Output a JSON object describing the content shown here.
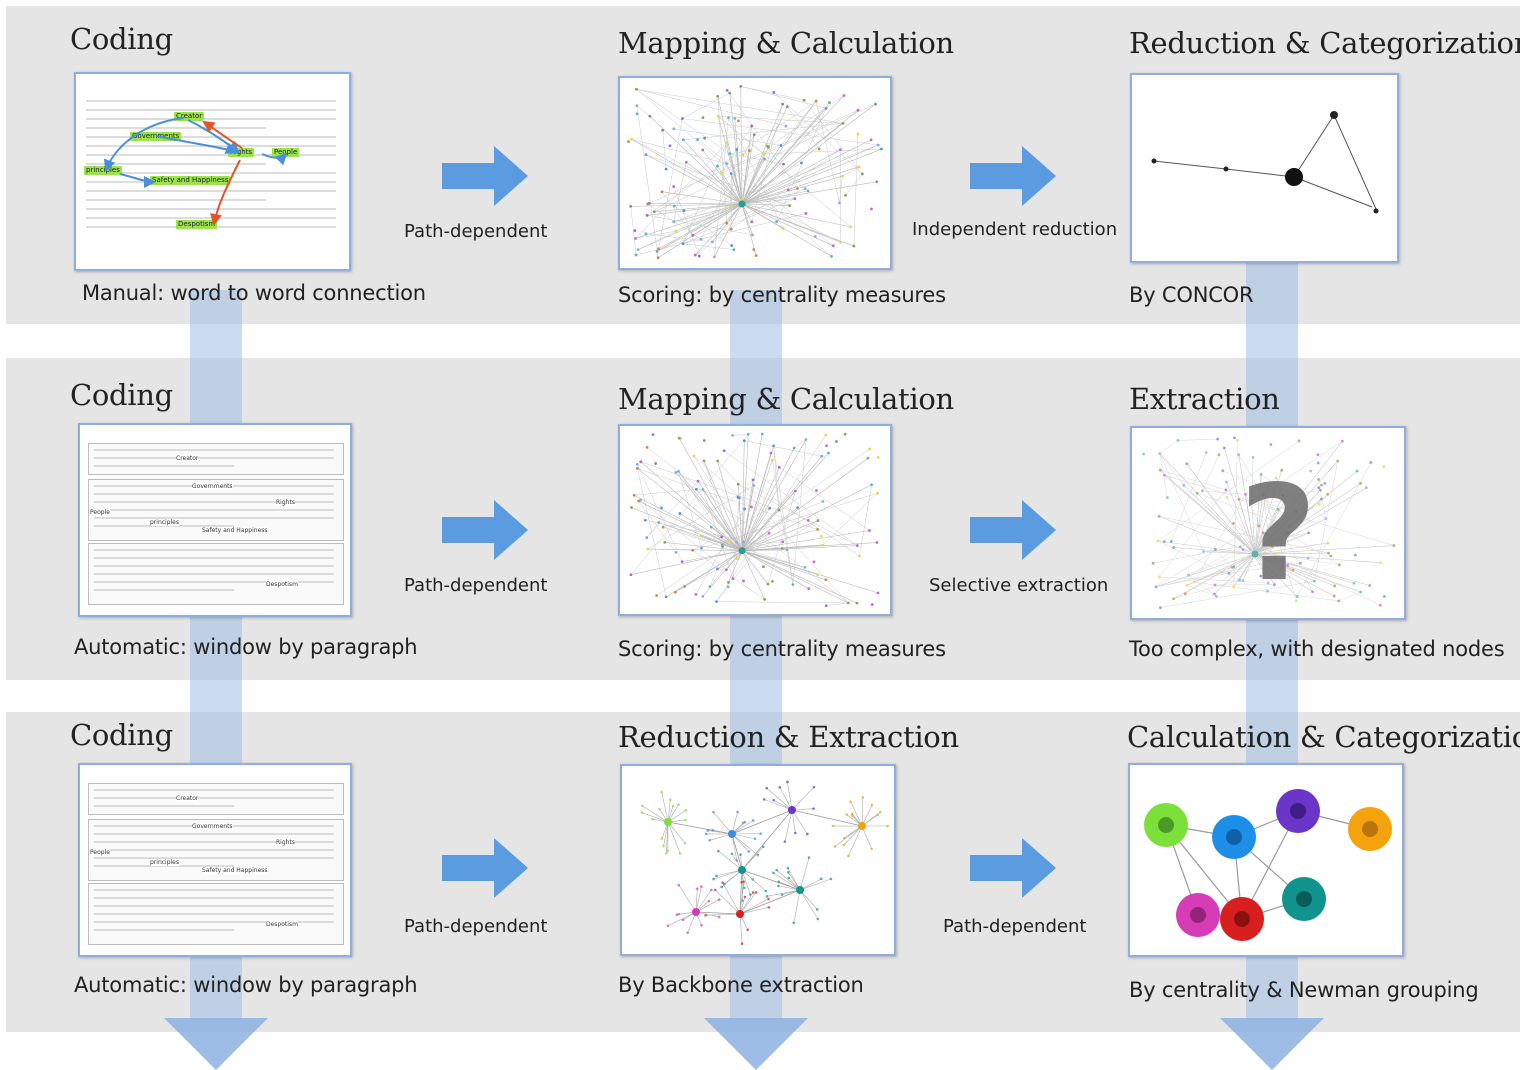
{
  "rows": [
    {
      "stage1": {
        "title": "Coding",
        "caption": "Manual: word to word connection"
      },
      "arrow1": "Path-dependent",
      "stage2": {
        "title": "Mapping & Calculation",
        "caption": "Scoring: by centrality measures"
      },
      "arrow2": "Independent reduction",
      "stage3": {
        "title": "Reduction & Categorization",
        "caption": "By CONCOR"
      }
    },
    {
      "stage1": {
        "title": "Coding",
        "caption": "Automatic: window by paragraph"
      },
      "arrow1": "Path-dependent",
      "stage2": {
        "title": "Mapping & Calculation",
        "caption": "Scoring: by centrality measures"
      },
      "arrow2": "Selective extraction",
      "stage3": {
        "title": "Extraction",
        "caption": "Too complex, with designated nodes"
      }
    },
    {
      "stage1": {
        "title": "Coding",
        "caption": "Automatic: window by paragraph"
      },
      "arrow1": "Path-dependent",
      "stage2": {
        "title": "Reduction & Extraction",
        "caption": "By Backbone extraction"
      },
      "arrow2": "Path-dependent",
      "stage3": {
        "title": "Calculation & Categorization",
        "caption": "By centrality & Newman grouping"
      }
    }
  ],
  "manual_doc_keywords": [
    "Creator",
    "Governments",
    "Rights",
    "People",
    "principles",
    "Safety and Happiness",
    "Despotism"
  ],
  "auto_doc_keywords": [
    "Creator",
    "Governments",
    "Rights",
    "People",
    "principles",
    "Safety and Happiness",
    "Despotism"
  ],
  "extraction_mark": "?",
  "colors": {
    "band": "#e5e5e5",
    "arrow": "#5b9be0",
    "panel_border": "#8eaedb",
    "highlight": "#9be34a",
    "cluster_colors": [
      "#7de03a",
      "#1e8fe8",
      "#6b35c9",
      "#f5a20f",
      "#d63cb6",
      "#d81f1f",
      "#12948e"
    ]
  }
}
